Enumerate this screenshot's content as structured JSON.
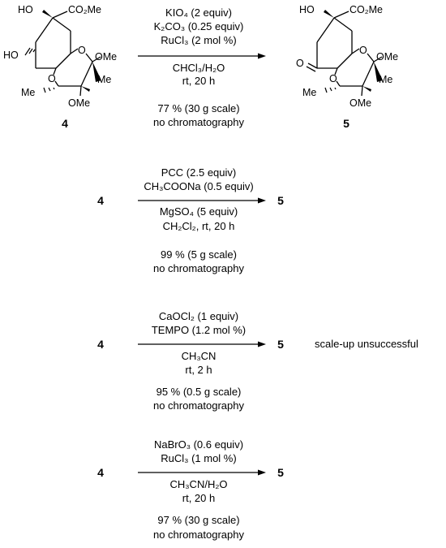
{
  "molecules": {
    "start": {
      "number": "4",
      "labels": {
        "ho_top": "HO",
        "co2me": "CO₂Me",
        "ho_left": "HO",
        "ome_right": "OMe",
        "me_right": "Me",
        "o_ring_top": "O",
        "o_ring_bottom": "O",
        "me_bottom": "Me",
        "ome_bottom": "OMe"
      }
    },
    "product": {
      "number": "5",
      "labels": {
        "ho_top": "HO",
        "co2me": "CO₂Me",
        "keto_o": "O",
        "ome_right": "OMe",
        "me_right": "Me",
        "o_ring_top": "O",
        "o_ring_bottom": "O",
        "me_bottom": "Me",
        "ome_bottom": "OMe"
      }
    }
  },
  "reactions": [
    {
      "reactant": "4",
      "product": "5",
      "above": [
        "KIO₄ (2 equiv)",
        "K₂CO₃ (0.25 equiv)",
        "RuCl₃ (2 mol %)"
      ],
      "below": [
        "CHCl₃/H₂O",
        "rt, 20 h"
      ],
      "result": [
        "77 % (30 g scale)",
        "no chromatography"
      ],
      "note": ""
    },
    {
      "reactant": "4",
      "product": "5",
      "above": [
        "PCC (2.5 equiv)",
        "CH₃COONa (0.5 equiv)"
      ],
      "below": [
        "MgSO₄ (5 equiv)",
        "CH₂Cl₂, rt, 20 h"
      ],
      "result": [
        "99 % (5 g scale)",
        "no chromatography"
      ],
      "note": ""
    },
    {
      "reactant": "4",
      "product": "5",
      "above": [
        "CaOCl₂ (1 equiv)",
        "TEMPO (1.2 mol %)"
      ],
      "below": [
        "CH₃CN",
        "rt, 2 h"
      ],
      "result": [
        "95 % (0.5 g scale)",
        "no chromatography"
      ],
      "note": "scale-up unsuccessful"
    },
    {
      "reactant": "4",
      "product": "5",
      "above": [
        "NaBrO₃ (0.6 equiv)",
        "RuCl₃ (1 mol %)"
      ],
      "below": [
        "CH₃CN/H₂O",
        "rt, 20 h"
      ],
      "result": [
        "97 % (30 g scale)",
        "no chromatography"
      ],
      "note": ""
    }
  ]
}
